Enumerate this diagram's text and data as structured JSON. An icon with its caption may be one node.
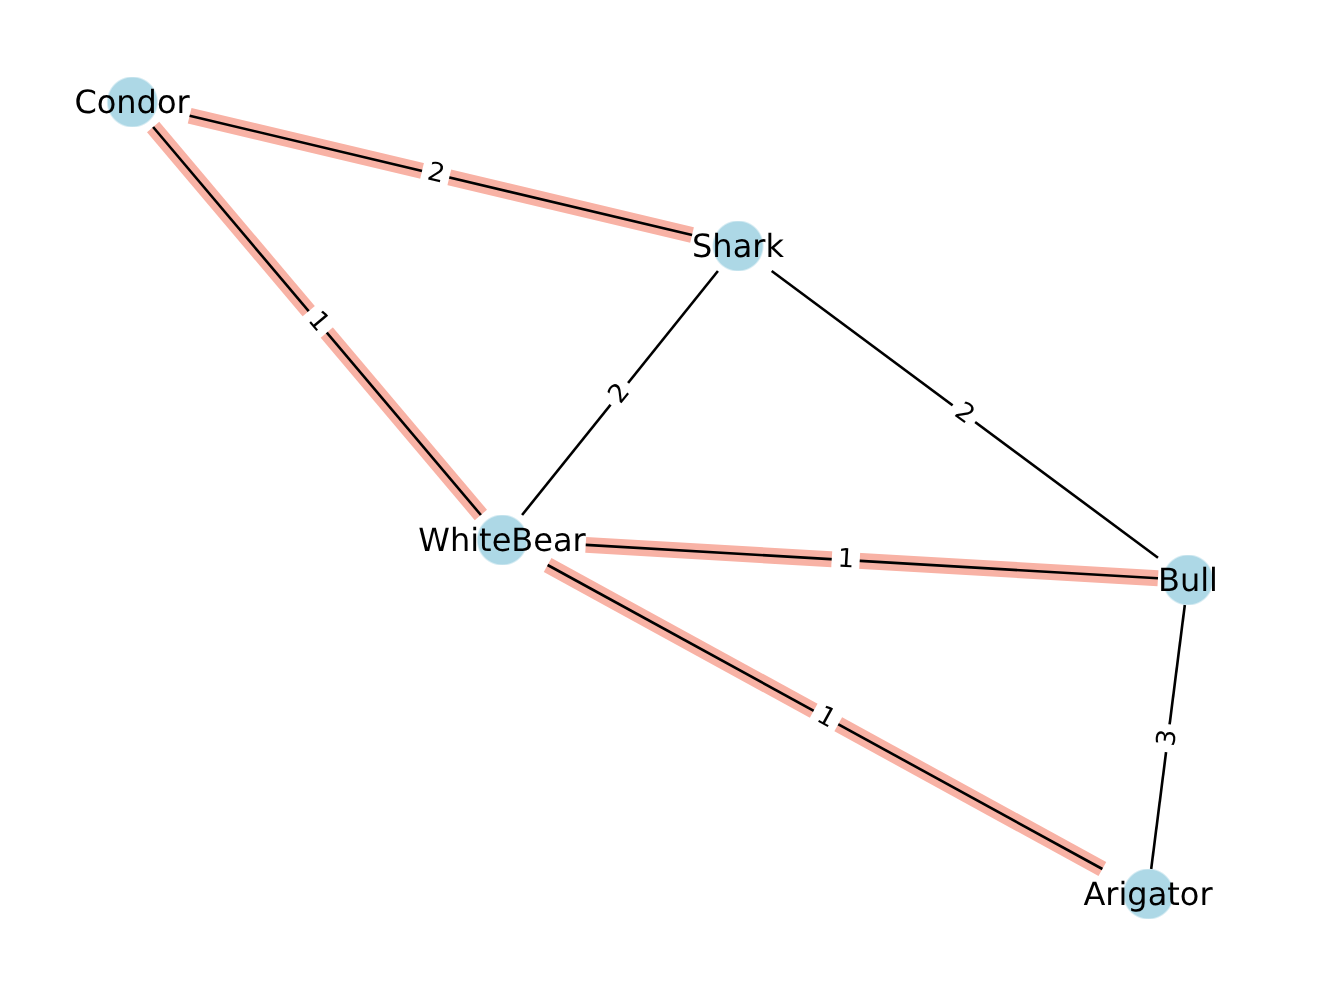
{
  "diagram": {
    "nodes": [
      {
        "text": [
          "Condor"
        ]
      },
      {
        "text": [
          "Shark"
        ]
      },
      {
        "text": [
          "WhiteBear"
        ]
      },
      {
        "text": [
          "Bull"
        ]
      },
      {
        "text": [
          "Arigator"
        ]
      }
    ],
    "edges": [
      {
        "from": 0,
        "to": 1,
        "arrow": "none",
        "label": "2"
      },
      {
        "from": 0,
        "to": 2,
        "arrow": "none",
        "label": "1"
      },
      {
        "from": 1,
        "to": 2,
        "arrow": "none",
        "label": "2",
        "color": "#000000"
      },
      {
        "from": 1,
        "to": 3,
        "arrow": "none",
        "label": "2",
        "color": "#000000"
      },
      {
        "from": 2,
        "to": 3,
        "arrow": "none",
        "label": "1"
      },
      {
        "from": 2,
        "to": 4,
        "arrow": "none",
        "label": "1"
      },
      {
        "from": 3,
        "to": 4,
        "arrow": "none",
        "label": "3",
        "color": "#000000"
      }
    ]
  }
}
